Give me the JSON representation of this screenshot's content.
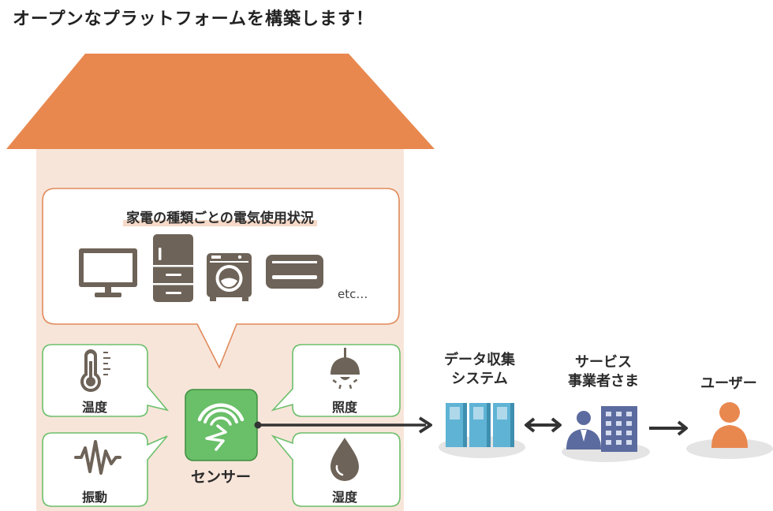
{
  "title": "オープンなプラットフォームを構築します！",
  "appliance_box": {
    "heading": "家電の種類ごとの電気使用状況",
    "etc": "etc…"
  },
  "sensor": {
    "label": "センサー"
  },
  "readings": {
    "temperature": "温度",
    "illuminance": "照度",
    "vibration": "振動",
    "humidity": "湿度"
  },
  "flow": {
    "data_system": [
      "データ収集",
      "システム"
    ],
    "service_provider": [
      "サービス",
      "事業者さま"
    ],
    "user": "ユーザー"
  },
  "colors": {
    "roof": "#e8884f",
    "wall": "#f8e5da",
    "bubble_border": "#e08a5a",
    "green_border": "#6cbf6b",
    "sensor": "#6abf69",
    "icon": "#6e6358",
    "server": "#5fb3d5",
    "person_blue": "#5c6b9f",
    "user_orange": "#e8884f",
    "arrow": "#333333"
  }
}
